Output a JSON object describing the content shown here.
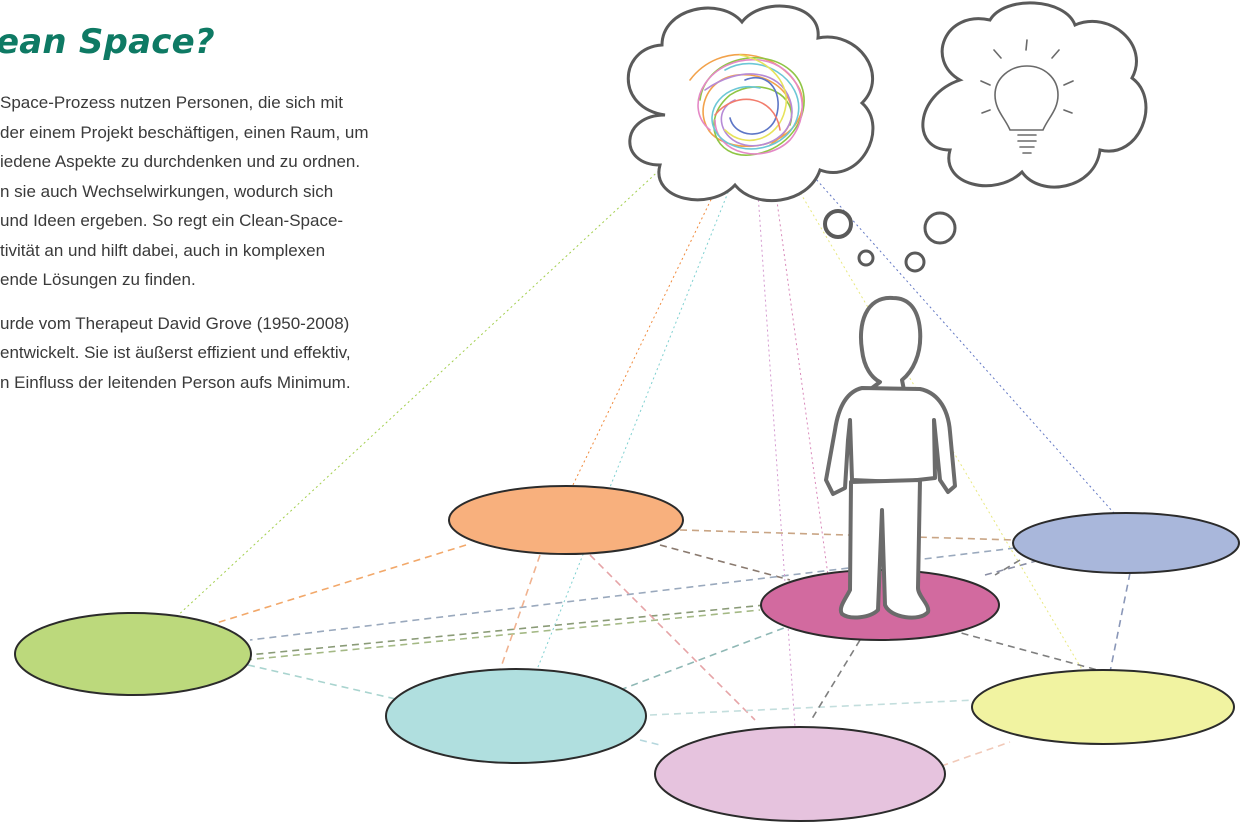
{
  "title": "ean Space?",
  "paragraph_1": [
    "Space-Prozess nutzen Personen, die sich mit",
    "der einem Projekt beschäftigen, einen Raum, um",
    "iedene Aspekte zu durchdenken und zu ordnen.",
    "n sie auch Wechselwirkungen, wodurch sich",
    "und Ideen ergeben. So regt ein Clean-Space-",
    "tivität an und hilft dabei, auch in komplexen",
    "ende Lösungen zu finden."
  ],
  "paragraph_2": [
    "urde vom Therapeut David Grove (1950-2008)",
    "entwickelt. Sie ist äußerst effizient und effektiv,",
    "n Einfluss der leitenden Person aufs Minimum."
  ],
  "colors": {
    "title": "#0e7a64",
    "text": "#3a3a3a",
    "outline": "#2b2b2b",
    "figure": "#6e6e6e",
    "ellipse_orange": "#f8b07d",
    "ellipse_green": "#bcd97c",
    "ellipse_teal": "#b0dfdf",
    "ellipse_pink": "#e6c3de",
    "ellipse_magenta": "#d26a9f",
    "ellipse_blue": "#a9b7db",
    "ellipse_yellow": "#f1f3a1"
  },
  "icons": [
    "tangled-thought-cloud",
    "lightbulb-thought-cloud",
    "thought-bubble-circles",
    "standing-person"
  ]
}
